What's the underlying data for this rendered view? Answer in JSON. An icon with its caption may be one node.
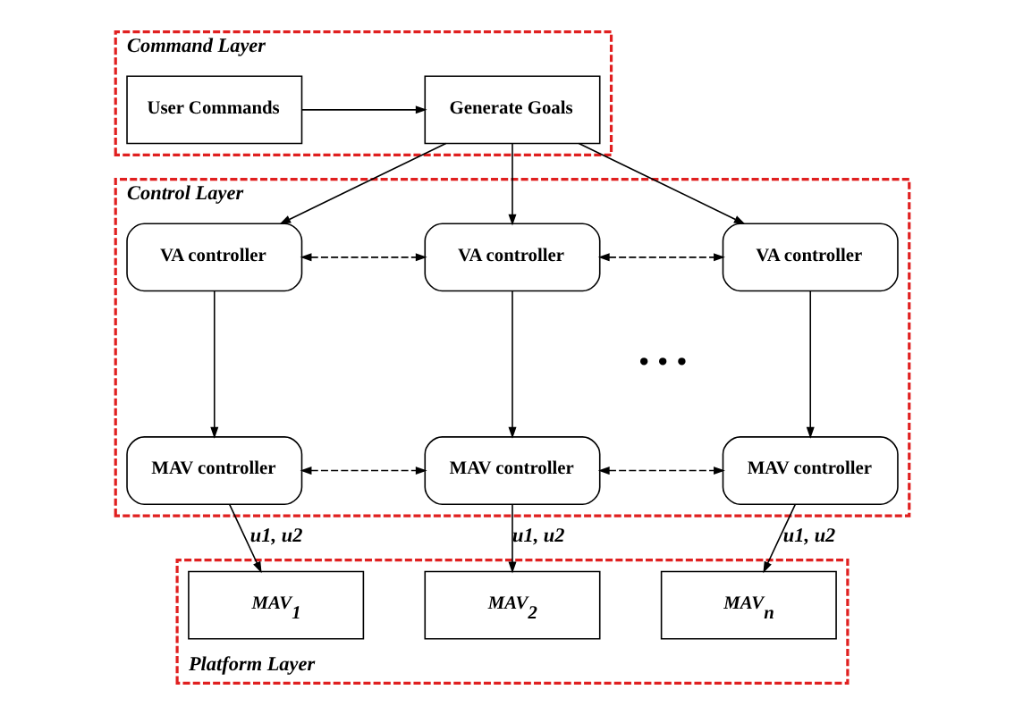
{
  "diagram": {
    "nodes": [
      {
        "text": [
          "Command Layer"
        ]
      },
      {
        "text": [
          "Generate Goals"
        ],
        "in": 0
      },
      {
        "text": [
          "User Commands"
        ],
        "in": 0
      },
      {
        "text": [
          "Control Layer"
        ]
      },
      {
        "text": [
          "VA controller"
        ],
        "in": 3
      },
      {
        "text": [
          "VA controller"
        ],
        "in": 3
      },
      {
        "text": [
          "VA controller"
        ],
        "in": 3
      },
      {
        "text": [
          "MAV controller"
        ],
        "in": 3
      },
      {
        "text": [
          "MAV controller"
        ],
        "in": 3
      },
      {
        "text": [
          "MAV controller"
        ],
        "in": 3
      },
      {
        "text": [
          "Platform Layer"
        ]
      },
      {
        "text": [
          "MAV$_{1}$"
        ],
        "in": 10
      },
      {
        "text": [
          "MAV$_{2}$"
        ],
        "in": 10
      },
      {
        "text": [
          "MAV$_{n}$"
        ],
        "in": 10
      }
    ],
    "edges": [
      {
        "from": 2,
        "to": 1,
        "arrow": "to"
      },
      {
        "from": 1,
        "to": 4,
        "arrow": "to"
      },
      {
        "from": 1,
        "to": 5,
        "arrow": "to"
      },
      {
        "from": 1,
        "to": 6,
        "arrow": "to"
      },
      {
        "from": 4,
        "to": 5,
        "arrow": "both",
        "style": "dashed"
      },
      {
        "from": 5,
        "to": 6,
        "arrow": "both",
        "style": "dashed"
      },
      {
        "from": 4,
        "to": 7,
        "arrow": "to"
      },
      {
        "from": 5,
        "to": 8,
        "arrow": "to"
      },
      {
        "from": 6,
        "to": 9,
        "arrow": "to"
      },
      {
        "from": 7,
        "to": 8,
        "arrow": "both",
        "style": "dashed"
      },
      {
        "from": 8,
        "to": 9,
        "arrow": "both",
        "style": "dashed"
      },
      {
        "from": 7,
        "to": 11,
        "arrow": "to",
        "label": "u1, u2"
      },
      {
        "from": 8,
        "to": 12,
        "arrow": "to",
        "label": "u1, u2"
      },
      {
        "from": 9,
        "to": 13,
        "arrow": "to",
        "label": "u1, u2"
      }
    ],
    "labels": [
      "• • •"
    ]
  }
}
